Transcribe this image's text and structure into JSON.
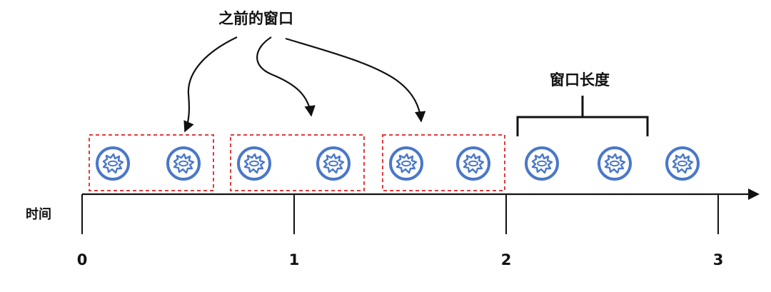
{
  "labels": {
    "previous_windows": "之前的窗口",
    "window_length": "窗口长度",
    "axis_title": "时间"
  },
  "ticks": [
    "0",
    "1",
    "2",
    "3"
  ],
  "colors": {
    "axis": "#111111",
    "window_border": "#e23b3b",
    "event_circle": "#4a78c9"
  },
  "icons": {
    "event": "gear-burst-icon"
  }
}
